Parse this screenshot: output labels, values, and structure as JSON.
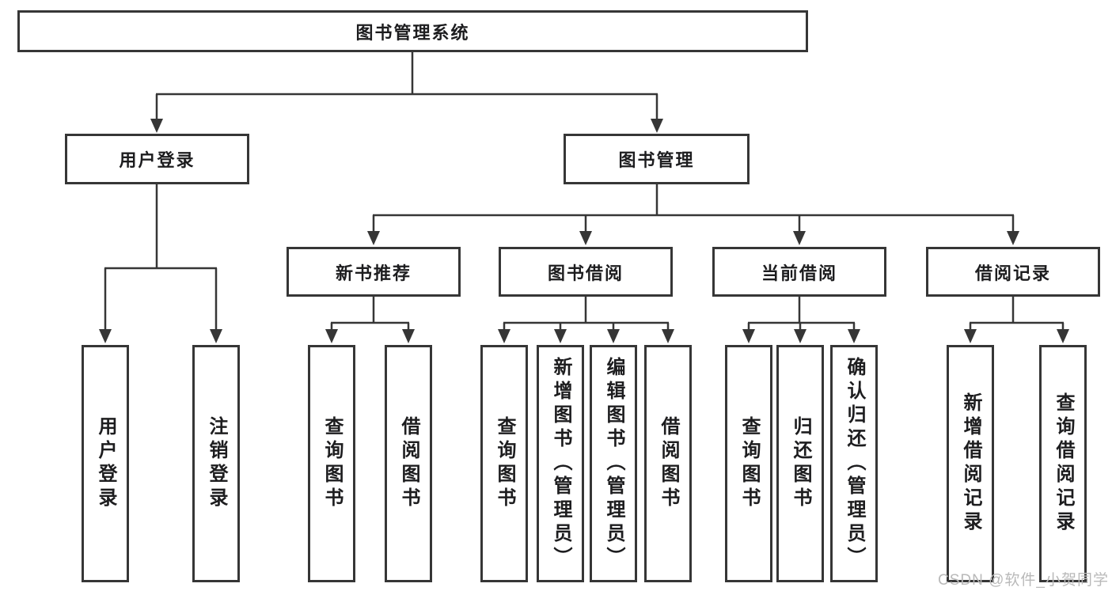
{
  "tree": {
    "label": "图书管理系统",
    "children": [
      {
        "label": "用户登录",
        "children": [
          {
            "label": "用户登录"
          },
          {
            "label": "注销登录"
          }
        ]
      },
      {
        "label": "图书管理",
        "children": [
          {
            "label": "新书推荐",
            "children": [
              {
                "label": "查询图书"
              },
              {
                "label": "借阅图书"
              }
            ]
          },
          {
            "label": "图书借阅",
            "children": [
              {
                "label": "查询图书"
              },
              {
                "label": "新增图书（管理员）"
              },
              {
                "label": "编辑图书（管理员）"
              },
              {
                "label": "借阅图书"
              }
            ]
          },
          {
            "label": "当前借阅",
            "children": [
              {
                "label": "查询图书"
              },
              {
                "label": "归还图书"
              },
              {
                "label": "确认归还（管理员）"
              }
            ]
          },
          {
            "label": "借阅记录",
            "children": [
              {
                "label": "新增借阅记录"
              },
              {
                "label": "查询借阅记录"
              }
            ]
          }
        ]
      }
    ]
  },
  "watermark": {
    "text": "CSDN @软件_小贺同学"
  },
  "colors": {
    "line": "#363636",
    "box_border": "#363636",
    "text": "#1d1d1f",
    "watermark": "#b9b9b9",
    "background": "#ffffff"
  }
}
